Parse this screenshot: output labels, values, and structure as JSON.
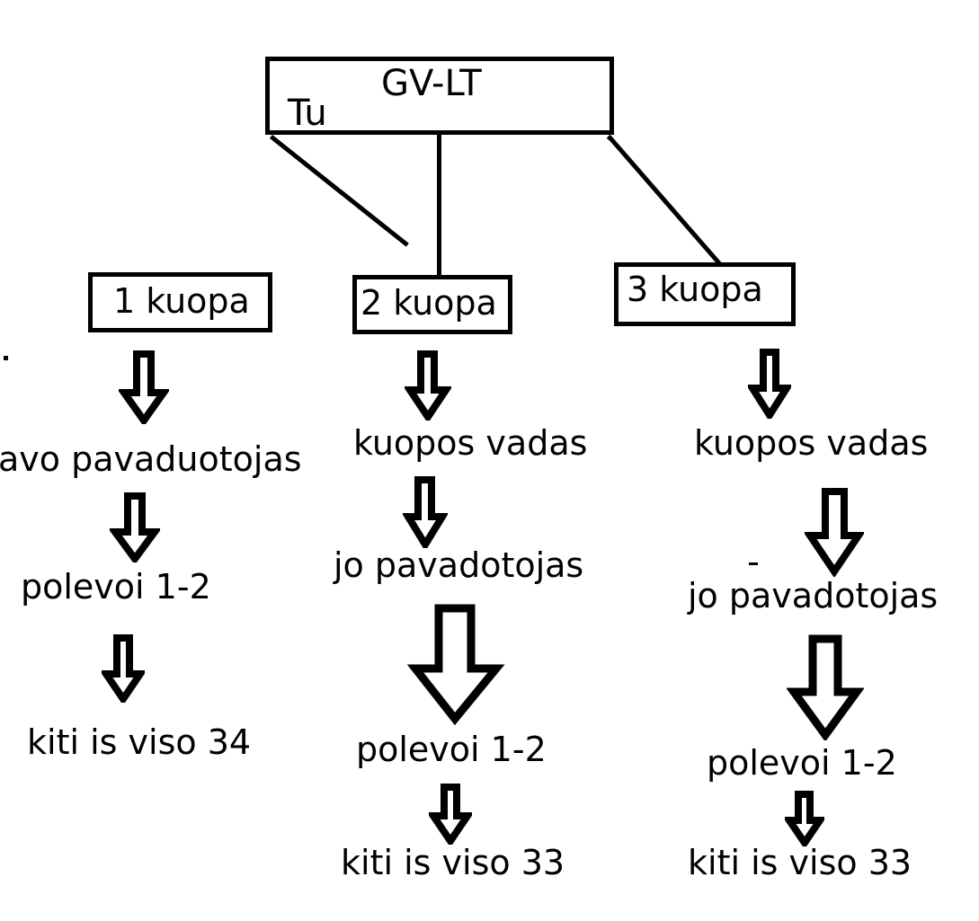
{
  "diagram": {
    "title_box": {
      "title": "GV-LT",
      "subtitle": "Tu"
    },
    "units": [
      {
        "label": "1 kuopa"
      },
      {
        "label": "2 kuopa"
      },
      {
        "label": "3 kuopa"
      }
    ],
    "columns": [
      {
        "name": "column-1",
        "steps": [
          {
            "text": "avo pavaduotojas"
          },
          {
            "text": "polevoi 1-2"
          },
          {
            "text": "kiti is viso 34"
          }
        ]
      },
      {
        "name": "column-2",
        "steps": [
          {
            "text": "kuopos vadas"
          },
          {
            "text": "jo pavadotojas"
          },
          {
            "text": "polevoi 1-2"
          },
          {
            "text": "kiti is viso 33"
          }
        ]
      },
      {
        "name": "column-3",
        "steps": [
          {
            "text": "kuopos vadas"
          },
          {
            "text": "jo pavadotojas"
          },
          {
            "text": "polevoi 1-2"
          },
          {
            "text": "kiti is viso 33"
          }
        ]
      }
    ],
    "colors": {
      "stroke": "#000000",
      "background": "#ffffff",
      "text": "#000000"
    },
    "arrow_icon_name": "down-block-arrow-icon"
  }
}
